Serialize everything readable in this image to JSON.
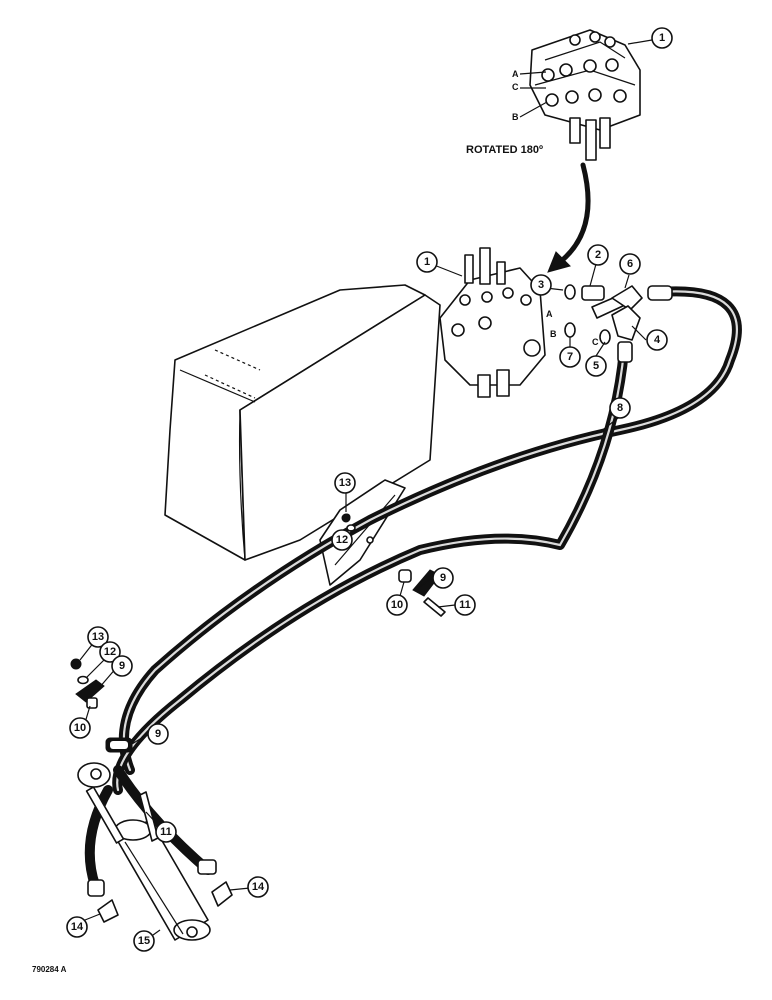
{
  "caption_rotated": "ROTATED 180º",
  "figure_id": "790284 A",
  "port_letters": {
    "a": "A",
    "b": "B",
    "c": "C"
  },
  "callouts": {
    "c1_top": "1",
    "c1_mid": "1",
    "c2": "2",
    "c3": "3",
    "c4": "4",
    "c5": "5",
    "c6": "6",
    "c7": "7",
    "c8": "8",
    "c9_bracket": "9",
    "c9_left": "9",
    "c9_clamp": "9",
    "c10_bracket": "10",
    "c10_left": "10",
    "c11_bracket": "11",
    "c11_cyl": "11",
    "c12_tank": "12",
    "c12_left": "12",
    "c13_tank": "13",
    "c13_left": "13",
    "c14_left": "14",
    "c14_right": "14",
    "c15": "15"
  },
  "colors": {
    "ink": "#111111",
    "paper": "#ffffff"
  }
}
